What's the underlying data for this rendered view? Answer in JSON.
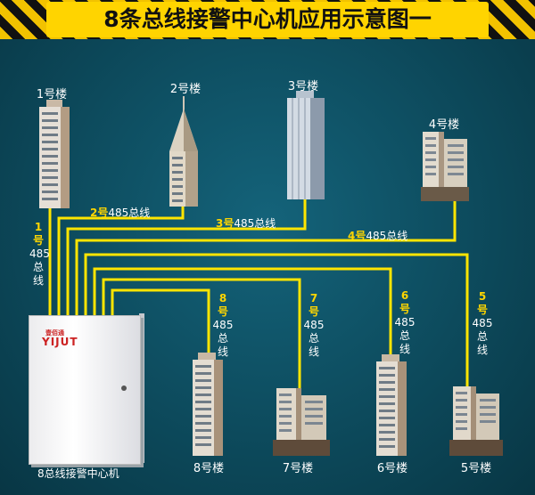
{
  "title": "8条总线接警中心机应用示意图一",
  "panel": {
    "name": "8总线接警中心机",
    "logo_cn": "壹佰通",
    "logo_en": "YIJUT"
  },
  "buildings": [
    {
      "id": "b1",
      "name": "1号楼"
    },
    {
      "id": "b2",
      "name": "2号楼"
    },
    {
      "id": "b3",
      "name": "3号楼"
    },
    {
      "id": "b4",
      "name": "4号楼"
    },
    {
      "id": "b5",
      "name": "5号楼"
    },
    {
      "id": "b6",
      "name": "6号楼"
    },
    {
      "id": "b7",
      "name": "7号楼"
    },
    {
      "id": "b8",
      "name": "8号楼"
    }
  ],
  "bus_labels": {
    "l1": {
      "num": "1",
      "hao": "号",
      "n485": "485",
      "zong": "总",
      "xian": "线"
    },
    "l2": {
      "prefix": "2号",
      "rest": "485总线"
    },
    "l3": {
      "prefix": "3号",
      "rest": "485总线"
    },
    "l4": {
      "prefix": "4号",
      "rest": "485总线"
    },
    "l5": {
      "num": "5",
      "hao": "号",
      "n485": "485",
      "zong": "总",
      "xian": "线"
    },
    "l6": {
      "num": "6",
      "hao": "号",
      "n485": "485",
      "zong": "总",
      "xian": "线"
    },
    "l7": {
      "num": "7",
      "hao": "号",
      "n485": "485",
      "zong": "总",
      "xian": "线"
    },
    "l8": {
      "num": "8",
      "hao": "号",
      "n485": "485",
      "zong": "总",
      "xian": "线"
    }
  },
  "colors": {
    "wire": "#ffe500",
    "header_bg": "#ffd400",
    "background": "#0e4f62"
  }
}
